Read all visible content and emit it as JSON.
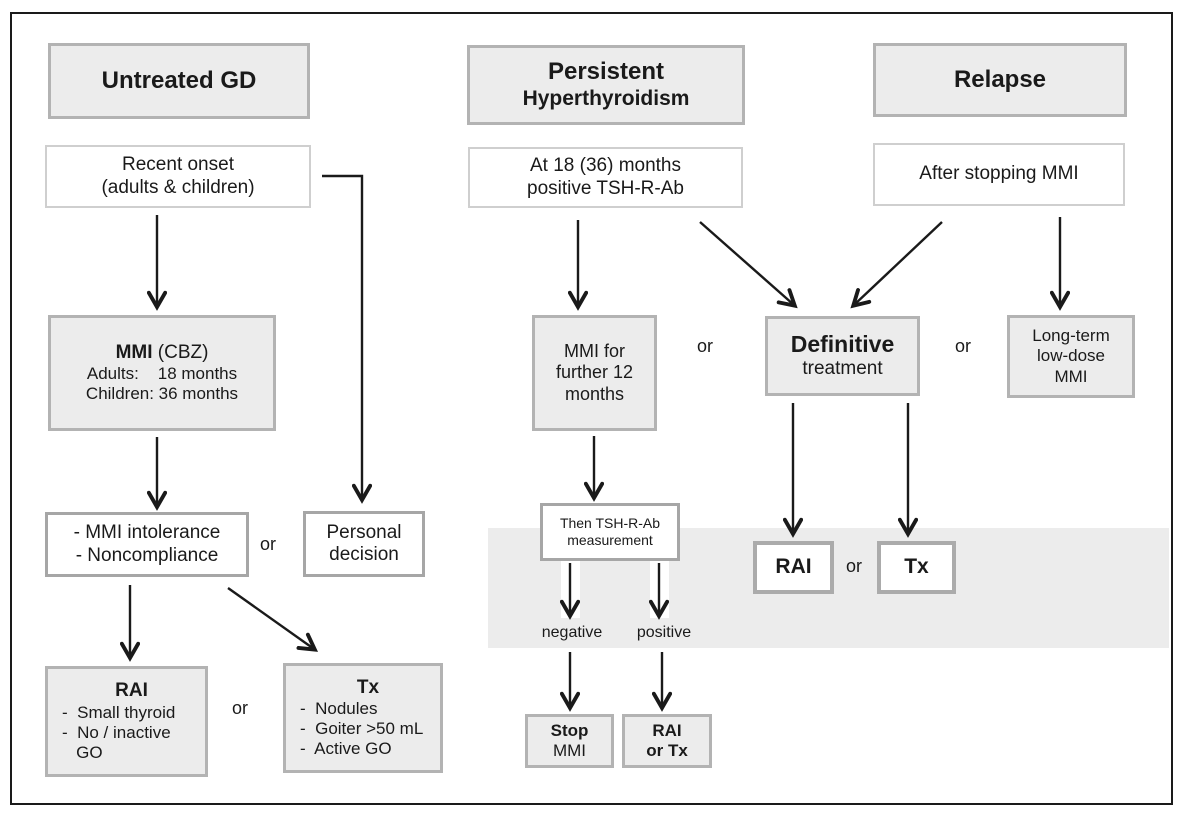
{
  "colors": {
    "box_fill": "#ececec",
    "box_border": "#b3b3b3",
    "band_fill": "#ececec",
    "arrow": "#1a1a1a",
    "frame_border": "#1a1a1a"
  },
  "labels": {
    "or": "or",
    "negative": "negative",
    "positive": "positive"
  },
  "headers": {
    "untreated_gd": "Untreated GD",
    "persistent_line1": "Persistent",
    "persistent_line2": "Hyperthyroidism",
    "relapse": "Relapse"
  },
  "boxes": {
    "recent_onset": {
      "line1": "Recent onset",
      "line2": "(adults & children)"
    },
    "mmi_cbz": {
      "title_bold": "MMI",
      "title_rest": " (CBZ)",
      "adults": "Adults:    18 months",
      "children": "Children: 36 months"
    },
    "intolerance": {
      "line1": "- MMI intolerance",
      "line2": "- Noncompliance"
    },
    "personal": {
      "line1": "Personal",
      "line2": "decision"
    },
    "rai_left": {
      "title": "RAI",
      "item1": "-  Small thyroid",
      "item2": "-  No / inactive",
      "item3": "   GO"
    },
    "tx_left": {
      "title": "Tx",
      "item1": "-  Nodules",
      "item2": "-  Goiter >50 mL",
      "item3": "-  Active GO"
    },
    "at18": {
      "line1": "At 18 (36) months",
      "line2": "positive TSH-R-Ab"
    },
    "mmi_further": {
      "line1": "MMI for",
      "line2": "further 12",
      "line3": "months"
    },
    "definitive": {
      "title": "Definitive",
      "subtitle": "treatment"
    },
    "long_term": {
      "line1": "Long-term",
      "line2": "low-dose",
      "line3": "MMI"
    },
    "after_stopping": {
      "line1": "After stopping MMI"
    },
    "then_tsh": {
      "line1": "Then TSH-R-Ab",
      "line2": "measurement"
    },
    "rai_band": {
      "title": "RAI"
    },
    "tx_band": {
      "title": "Tx"
    },
    "stop_mmi": {
      "line1": "Stop",
      "line2": "MMI"
    },
    "rai_or_tx": {
      "line1": "RAI",
      "line2": "or Tx"
    }
  }
}
